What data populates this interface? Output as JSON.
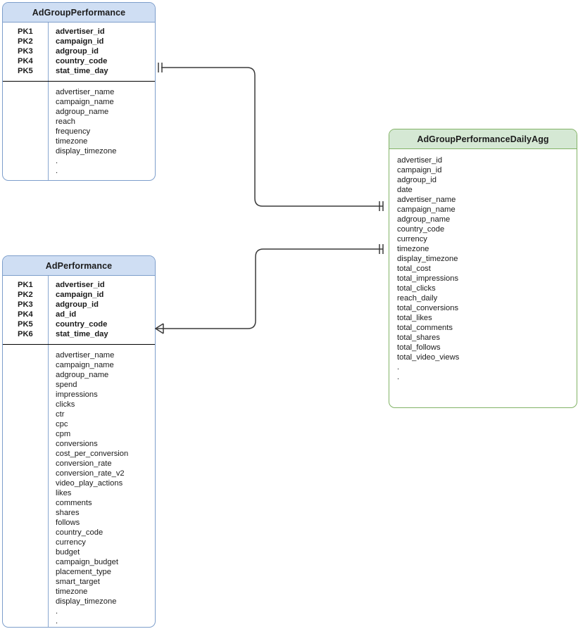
{
  "diagram": {
    "type": "entity-relationship-diagram",
    "background": "#ffffff",
    "colors": {
      "blue_header_fill": "#cfdef3",
      "blue_border": "#7d9ecb",
      "green_header_fill": "#d5e8d4",
      "green_border": "#82b366",
      "connector_line": "#3a3a3a",
      "key_rule": "#000000"
    }
  },
  "entities": {
    "adgroup_performance": {
      "title": "AdGroupPerformance",
      "keys": [
        {
          "label": "PK1",
          "name": "advertiser_id"
        },
        {
          "label": "PK2",
          "name": "campaign_id"
        },
        {
          "label": "PK3",
          "name": "adgroup_id"
        },
        {
          "label": "PK4",
          "name": "country_code"
        },
        {
          "label": "PK5",
          "name": "stat_time_day"
        }
      ],
      "attributes": [
        "advertiser_name",
        "campaign_name",
        "adgroup_name",
        "reach",
        "frequency",
        "timezone",
        "display_timezone",
        ".",
        "."
      ]
    },
    "ad_performance": {
      "title": "AdPerformance",
      "keys": [
        {
          "label": "PK1",
          "name": "advertiser_id"
        },
        {
          "label": "PK2",
          "name": "campaign_id"
        },
        {
          "label": "PK3",
          "name": "adgroup_id"
        },
        {
          "label": "PK4",
          "name": "ad_id"
        },
        {
          "label": "PK5",
          "name": "country_code"
        },
        {
          "label": "PK6",
          "name": "stat_time_day"
        }
      ],
      "attributes": [
        "advertiser_name",
        "campaign_name",
        "adgroup_name",
        "spend",
        "impressions",
        "clicks",
        "ctr",
        "cpc",
        "cpm",
        "conversions",
        "cost_per_conversion",
        "conversion_rate",
        "conversion_rate_v2",
        "video_play_actions",
        "likes",
        "comments",
        "shares",
        "follows",
        "country_code",
        "currency",
        "budget",
        "campaign_budget",
        "placement_type",
        "smart_target",
        "timezone",
        "display_timezone",
        ".",
        "."
      ]
    },
    "adgroup_performance_daily_agg": {
      "title": "AdGroupPerformanceDailyAgg",
      "attributes": [
        "advertiser_id",
        "campaign_id",
        "adgroup_id",
        "date",
        "advertiser_name",
        "campaign_name",
        "adgroup_name",
        "country_code",
        "currency",
        "timezone",
        "display_timezone",
        "total_cost",
        "total_impressions",
        "total_clicks",
        "reach_daily",
        "total_conversions",
        "total_likes",
        "total_comments",
        "total_shares",
        "total_follows",
        "total_video_views",
        ".",
        "."
      ]
    }
  },
  "relationships": [
    {
      "id": "rel-adgroup-to-agg",
      "from": "AdGroupPerformance",
      "to": "AdGroupPerformanceDailyAgg",
      "from_cardinality": "one-and-only-one",
      "to_cardinality": "one-and-only-one",
      "from_marker": "double-bar",
      "to_marker": "double-bar"
    },
    {
      "id": "rel-ad-to-agg",
      "from": "AdPerformance",
      "to": "AdGroupPerformanceDailyAgg",
      "from_cardinality": "one-or-many",
      "to_cardinality": "one-and-only-one",
      "from_marker": "crows-foot-bar",
      "to_marker": "double-bar"
    }
  ]
}
